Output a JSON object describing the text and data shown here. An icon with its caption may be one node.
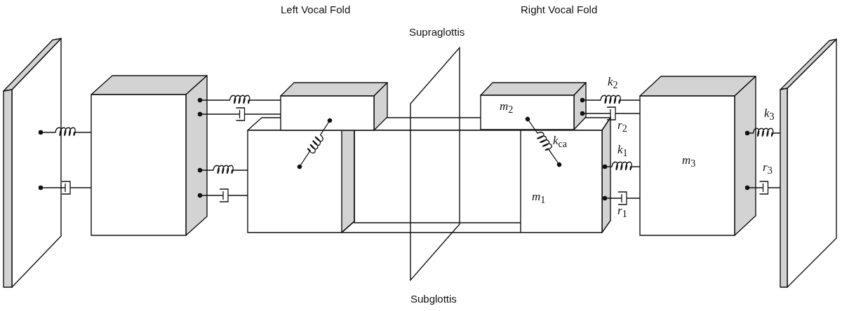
{
  "diagram": {
    "labels": [
      "Left Vocal Fold",
      "Right Vocal Fold",
      "Supraglottis",
      "*k*$_{2}$",
      "*m*$_{2}$",
      "*r*$_{2}$",
      "*k*$_{3}$",
      "*k*$_{ca}$",
      "*k*$_{1}$",
      "*m*$_{3}$",
      "*r*$_{3}$",
      "*m*$_{1}$",
      "*r*$_{1}$",
      "Subglottis"
    ]
  }
}
